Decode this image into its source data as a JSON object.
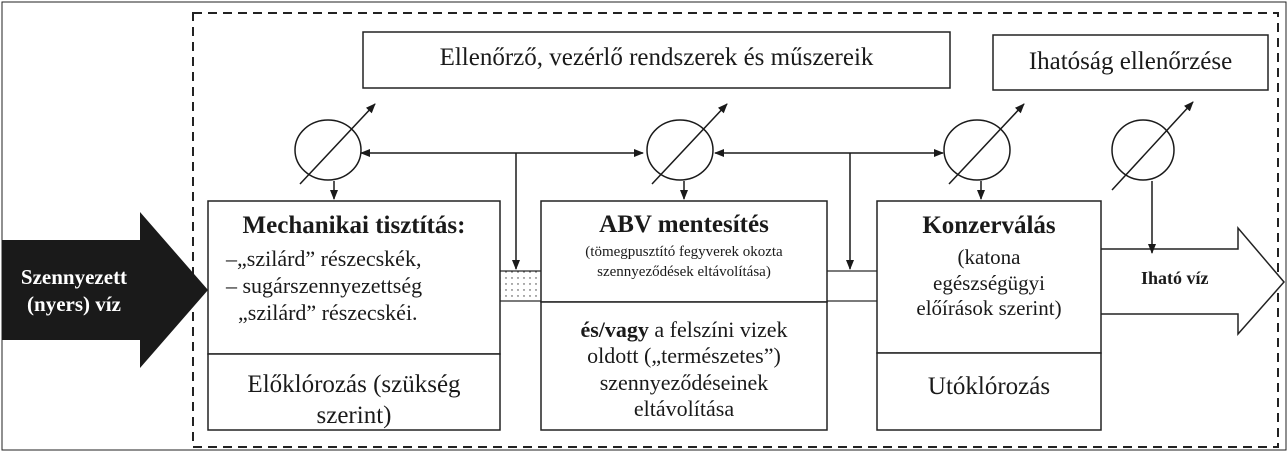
{
  "top_boxes": {
    "control_systems": "Ellenőrző, vezérlő rendszerek és műszereik",
    "potability_check": "Ihatóság ellenőrzése"
  },
  "input": {
    "line1": "Szennyezett",
    "line2": "(nyers) víz"
  },
  "mechanical": {
    "title": "Mechanikai tisztítás:",
    "line1": "–„szilárd” részecskék,",
    "line2": "– sugárszennyezettség",
    "line3": "„szilárd” részecskéi.",
    "pre_chlorination_1": "Előklórozás (szükség",
    "pre_chlorination_2": "szerint)"
  },
  "abv": {
    "title": "ABV mentesítés",
    "sub1": "(tömegpusztító fegyverek okozta",
    "sub2": "szennyeződések eltávolítása)",
    "andor_bold": "és/vagy",
    "andor_rest": " a felszíni vizek",
    "line2": "oldott („természetes”)",
    "line3": "szennyeződéseinek",
    "line4": "eltávolítása"
  },
  "conservation": {
    "title": "Konzerválás",
    "line1": "(katona",
    "line2": "egészségügyi",
    "line3": "előírások szerint)",
    "post_chlorination": "Utóklórozás"
  },
  "output": {
    "label": "Iható víz"
  }
}
